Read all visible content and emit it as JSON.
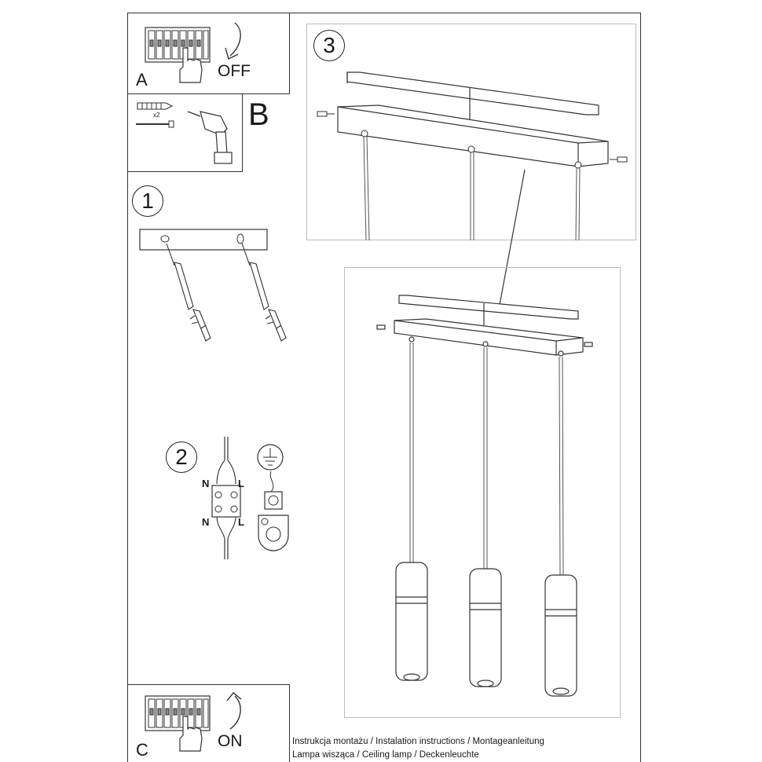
{
  "panel_a": {
    "letter": "A",
    "state": "OFF",
    "icons": [
      "fuse-box-icon",
      "hand-icon",
      "arrow-down-icon"
    ]
  },
  "panel_b": {
    "letter": "B",
    "count_label": "x2",
    "icons": [
      "wall-plug-icon",
      "screw-icon",
      "drill-icon"
    ]
  },
  "panel_c": {
    "letter": "C",
    "state": "ON",
    "icons": [
      "fuse-box-icon",
      "hand-icon",
      "arrow-up-icon"
    ]
  },
  "steps": {
    "one": "1",
    "two": "2",
    "three": "3"
  },
  "wiring": {
    "neutral_top": "N",
    "live_top": "L",
    "neutral_bottom": "N",
    "live_bottom": "L",
    "icons": [
      "terminal-block-icon",
      "ground-symbol-icon",
      "ground-clamp-icon"
    ]
  },
  "caption": {
    "line1": "Instrukcja montażu / Instalation instructions / Montageanleitung",
    "line2": "Lampa wisząca / Ceiling lamp / Deckenleuchte"
  },
  "lamp": {
    "pendant_count": 3
  },
  "colors": {
    "line": "#333333",
    "light_border": "#bdbdbd",
    "background": "#ffffff"
  }
}
